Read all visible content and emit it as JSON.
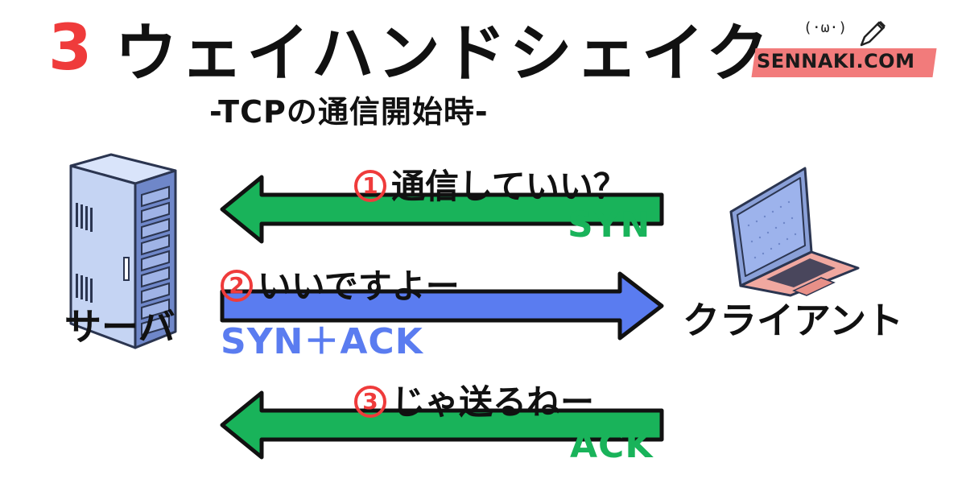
{
  "title": {
    "number": "3",
    "text": "ウェイハンドシェイク"
  },
  "subtitle": "-TCPの通信開始時-",
  "brand": {
    "face": "(·ω·)",
    "name": "SENNAKI.COM"
  },
  "server": {
    "label": "サーバ",
    "icon": "server-rack-icon"
  },
  "client": {
    "label": "クライアント",
    "icon": "laptop-icon"
  },
  "steps": [
    {
      "num": "1",
      "message": "通信していい？",
      "flag": "SYN",
      "direction": "client-to-server",
      "color": "#19b35a"
    },
    {
      "num": "2",
      "message": "いいですよー",
      "flag": "SYN＋ACK",
      "direction": "server-to-client",
      "color": "#5a7cf0"
    },
    {
      "num": "3",
      "message": "じゃ送るねー",
      "flag": "ACK",
      "direction": "client-to-server",
      "color": "#19b35a"
    }
  ],
  "colors": {
    "accent_red": "#ef3b3b",
    "green": "#19b35a",
    "blue": "#5a7cf0",
    "brand_band": "#f27b7b"
  }
}
